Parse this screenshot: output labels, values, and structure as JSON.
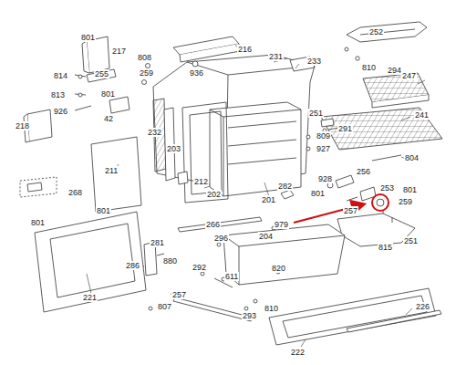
{
  "diagram": {
    "labels": [
      "801",
      "217",
      "808",
      "216",
      "231",
      "233",
      "252",
      "814",
      "255",
      "259",
      "936",
      "810",
      "294",
      "813",
      "801",
      "247",
      "926",
      "42",
      "218",
      "232",
      "251",
      "291",
      "241",
      "809",
      "927",
      "203",
      "211",
      "804",
      "256",
      "212",
      "928",
      "282",
      "253",
      "801",
      "268",
      "202",
      "201",
      "801",
      "259",
      "257",
      "801",
      "801",
      "266",
      "979",
      "296",
      "204",
      "281",
      "251",
      "815",
      "880",
      "286",
      "292",
      "820",
      "611",
      "257",
      "221",
      "807",
      "810",
      "293",
      "226",
      "222"
    ]
  }
}
